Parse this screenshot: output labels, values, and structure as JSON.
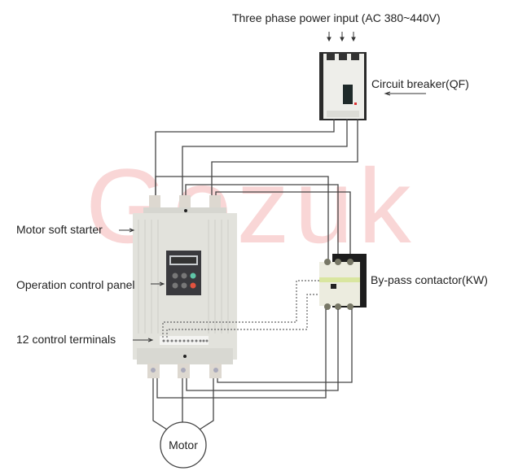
{
  "watermark": "Gozuk",
  "labels": {
    "power_input": "Three phase power input (AC 380~440V)",
    "circuit_breaker": "Circuit breaker(QF)",
    "soft_starter": "Motor soft starter",
    "control_panel": "Operation control panel",
    "control_terminals": "12 control terminals",
    "bypass_contactor": "By-pass contactor(KW)",
    "motor": "Motor"
  },
  "colors": {
    "watermark": "#f7c9c9",
    "run_button": "#5fc6a8",
    "stop_button": "#e2533f"
  }
}
